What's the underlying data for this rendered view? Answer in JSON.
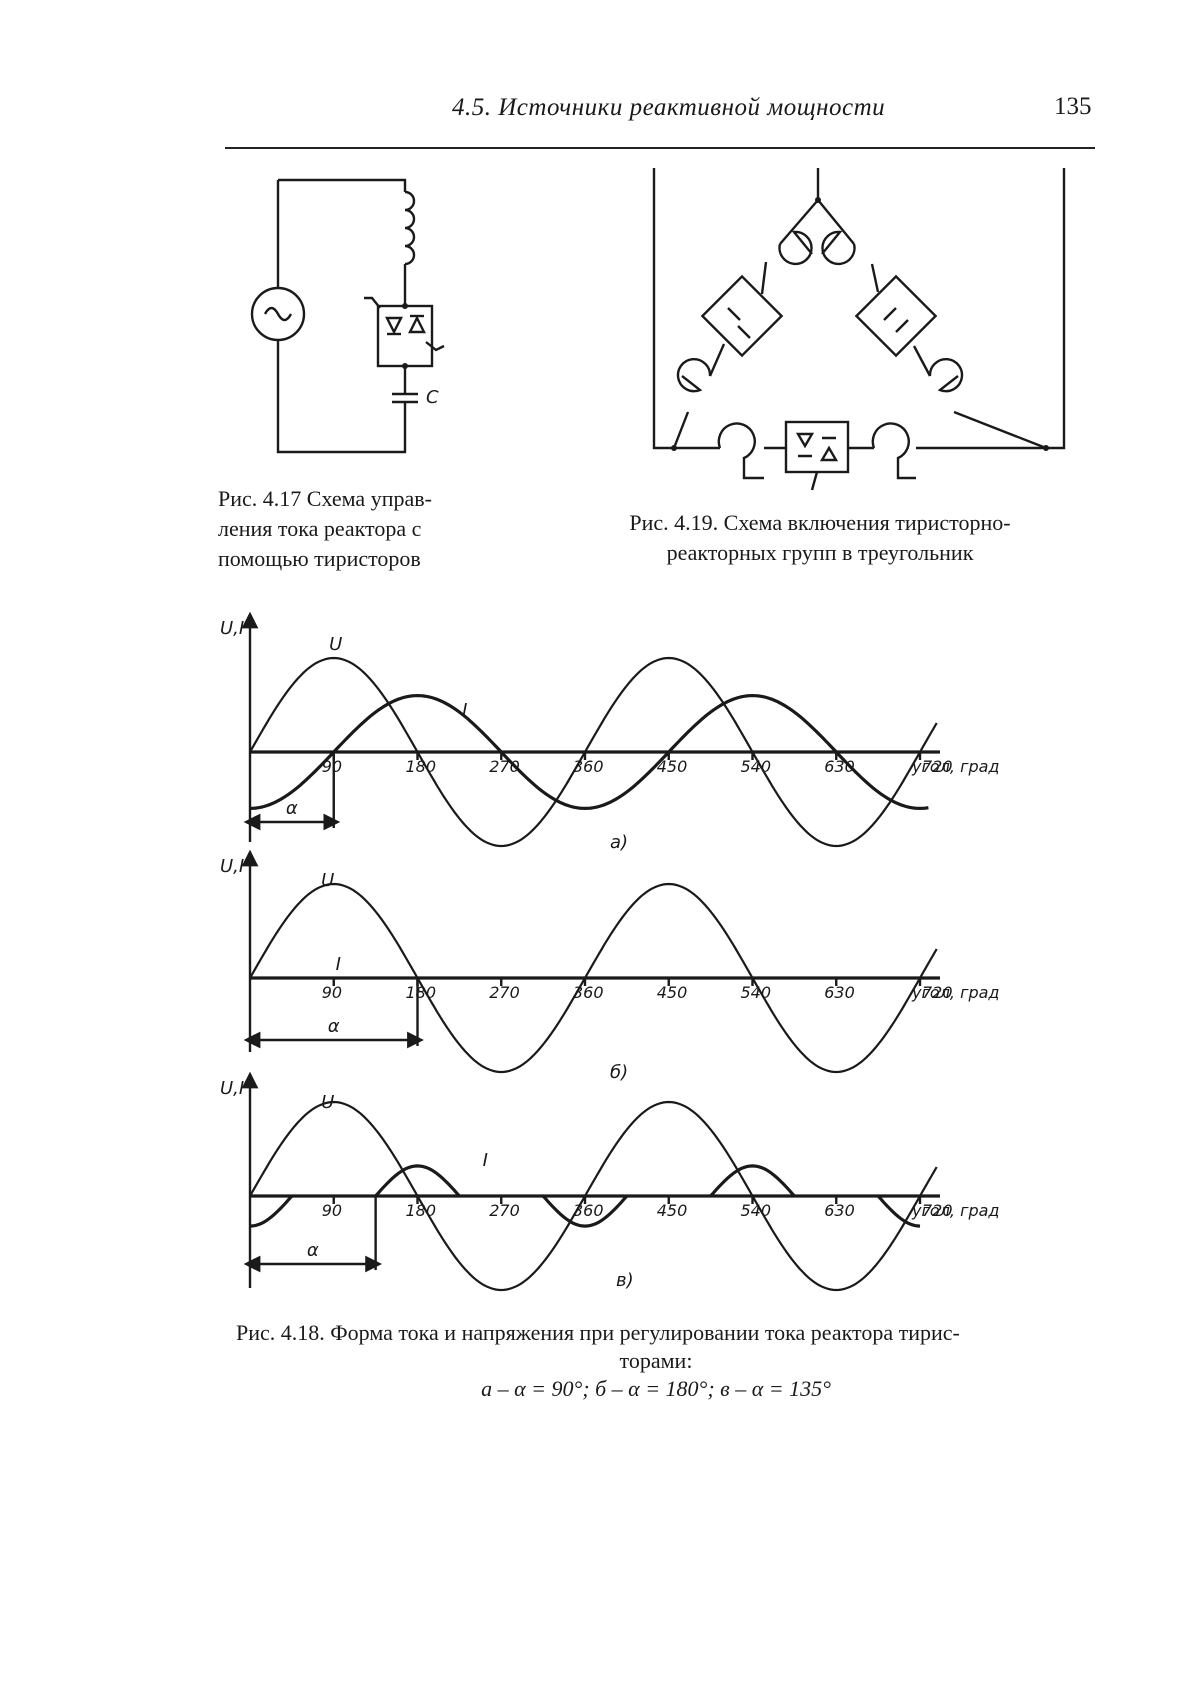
{
  "header": {
    "section_title": "4.5. Источники реактивной мощности",
    "page_number": "135"
  },
  "figure_417": {
    "component_label": "C",
    "caption_lines": [
      "Рис. 4.17 Схема управ-",
      "ления тока реактора с",
      "помощью тиристоров"
    ]
  },
  "figure_419": {
    "caption_lines": [
      "Рис. 4.19. Схема включения тиристорно-",
      "реакторных групп в треугольник"
    ]
  },
  "figure_418": {
    "axis_y_label": "U,I",
    "axis_x_label": "угол, град",
    "voltage_label": "U",
    "current_label": "I",
    "alpha_label": "α",
    "panel_labels": [
      "а)",
      "б)",
      "в)"
    ],
    "caption_line1": "Рис. 4.18. Форма тока и напряжения при регулировании тока реактора тирис-",
    "caption_line2": "торами:",
    "caption_line3": "а – α = 90°;  б – α = 180°;  в – α = 135°"
  },
  "chart_data": [
    {
      "type": "line",
      "panel": "а)",
      "xlabel": "угол, град",
      "ylabel": "U,I",
      "x_ticks": [
        90,
        180,
        270,
        360,
        450,
        540,
        630,
        720
      ],
      "xlim": [
        0,
        720
      ],
      "alpha_deg": 90,
      "series": [
        {
          "name": "U",
          "function": "sin",
          "amplitude": 1.0
        },
        {
          "name": "I",
          "function": "-cos",
          "amplitude": 0.6
        }
      ]
    },
    {
      "type": "line",
      "panel": "б)",
      "xlabel": "угол, град",
      "ylabel": "U,I",
      "x_ticks": [
        90,
        180,
        270,
        360,
        450,
        540,
        630,
        720
      ],
      "xlim": [
        0,
        720
      ],
      "alpha_deg": 180,
      "series": [
        {
          "name": "U",
          "function": "sin",
          "amplitude": 1.0
        },
        {
          "name": "I",
          "function": "zero",
          "amplitude": 0
        }
      ]
    },
    {
      "type": "line",
      "panel": "в)",
      "xlabel": "угол, град",
      "ylabel": "U,I",
      "x_ticks": [
        90,
        180,
        270,
        360,
        450,
        540,
        630,
        720
      ],
      "xlim": [
        0,
        720
      ],
      "alpha_deg": 135,
      "series": [
        {
          "name": "U",
          "function": "sin",
          "amplitude": 1.0
        },
        {
          "name": "I",
          "function": "pulse",
          "amplitude": 0.6
        }
      ]
    }
  ]
}
